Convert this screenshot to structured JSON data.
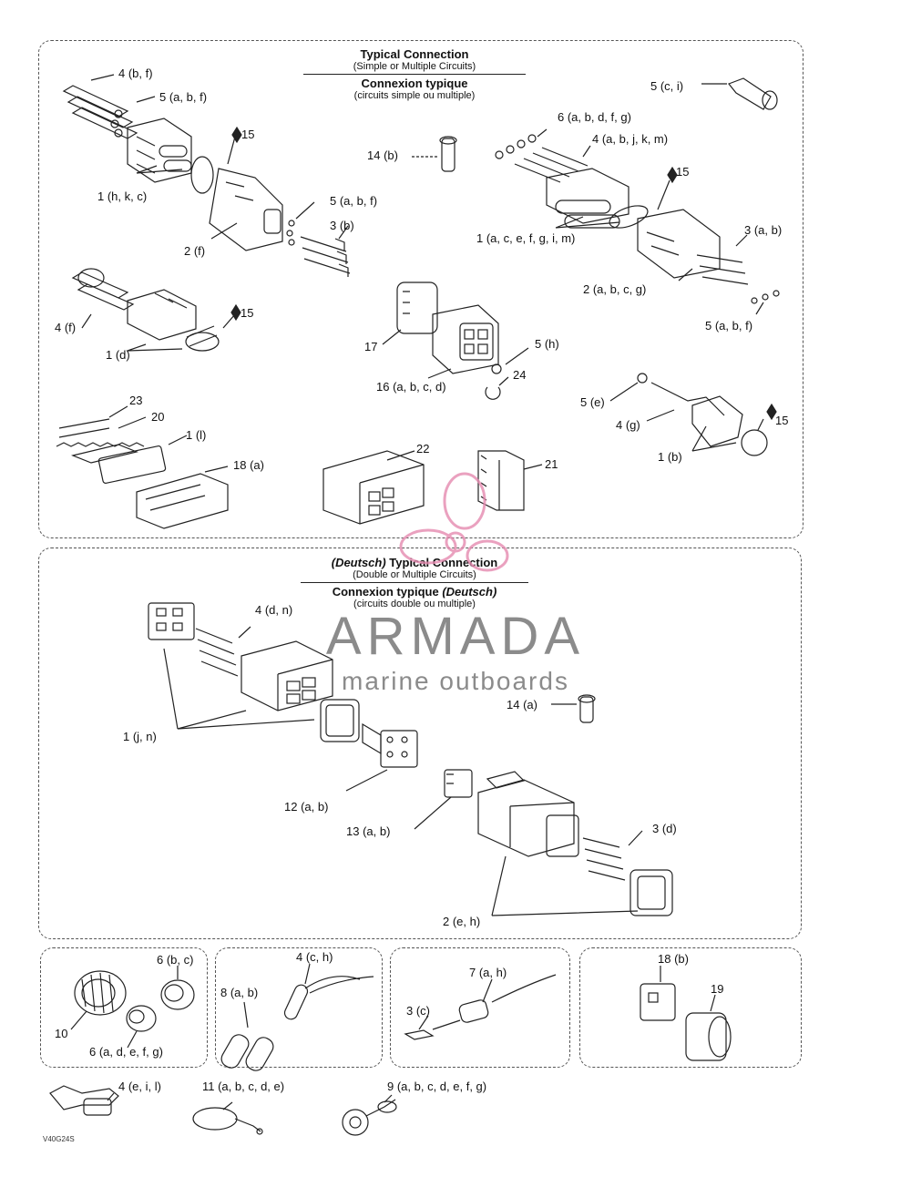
{
  "colors": {
    "line": "#222222",
    "watermark_text": "#777777",
    "watermark_logo": "#e58ab0"
  },
  "panels": {
    "top_header": {
      "title_en": "Typical Connection",
      "sub_en": "(Simple or Multiple Circuits)",
      "title_fr": "Connexion typique",
      "sub_fr": "(circuits simple ou multiple)"
    },
    "middle_header": {
      "title_en_prefix": "(Deutsch)",
      "title_en": " Typical Connection",
      "sub_en": "(Double or Multiple Circuits)",
      "title_fr": "Connexion typique ",
      "title_fr_suffix": "(Deutsch)",
      "sub_fr": "(circuits double ou multiple)"
    }
  },
  "callouts": {
    "c4bf": "4 (b, f)",
    "c5abf_top": "5 (a, b, f)",
    "c15_a": "15",
    "c1hkc": "1 (h, k, c)",
    "c5abf_mid": "5 (a, b, f)",
    "c3b": "3 (b)",
    "c2f": "2 (f)",
    "c4f": "4 (f)",
    "c15_b": "15",
    "c1d": "1 (d)",
    "c23": "23",
    "c20": "20",
    "c1l": "1 (l)",
    "c18a": "18 (a)",
    "c22": "22",
    "c21": "21",
    "c14b": "14 (b)",
    "c17": "17",
    "c16abcd": "16 (a, b, c, d)",
    "c5h": "5 (h)",
    "c24": "24",
    "c5ci": "5 (c, i)",
    "c6abdfg": "6 (a, b, d, f, g)",
    "c4abjkm": "4 (a, b, j, k, m)",
    "c15_c": "15",
    "c1acefgilm": "1 (a, c, e, f, g, i, m)",
    "c3ab": "3 (a, b)",
    "c2abcg": "2 (a, b, c, g)",
    "c5abf_right": "5 (a, b, f)",
    "c5e": "5 (e)",
    "c4g": "4 (g)",
    "c15_d": "15",
    "c1b": "1 (b)",
    "c4dn": "4 (d, n)",
    "c1jn": "1 (j, n)",
    "c14a": "14 (a)",
    "c12ab": "12 (a, b)",
    "c13ab": "13 (a, b)",
    "c3d": "3 (d)",
    "c2eh": "2 (e, h)",
    "c6bc": "6 (b, c)",
    "c10": "10",
    "c6adefg": "6 (a, d, e, f, g)",
    "c4ch": "4 (c, h)",
    "c8ab": "8 (a, b)",
    "c7ah": "7 (a, h)",
    "c3c": "3 (c)",
    "c18b": "18 (b)",
    "c19": "19",
    "c4eil": "4 (e, i, l)",
    "c11abcde": "11 (a, b, c, d, e)",
    "c9abcdefg": "9 (a, b, c, d, e, f, g)"
  },
  "figure_code": "V40G24S",
  "watermark": {
    "brand": "ARMADA",
    "tagline": "marine outboards"
  }
}
